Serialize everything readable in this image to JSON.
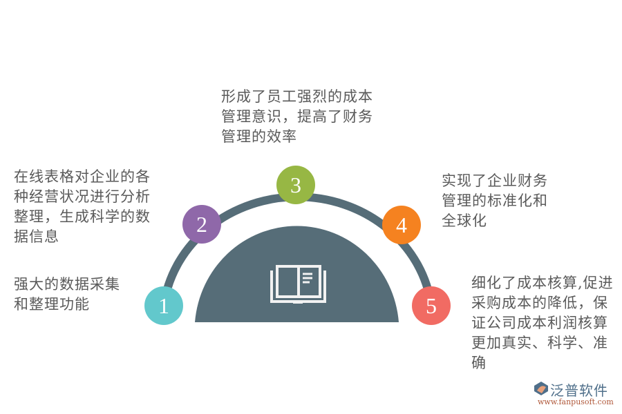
{
  "diagram": {
    "center_icon": "open-book-icon",
    "colors": {
      "arc": "#566d78",
      "dome": "#566d78",
      "text": "#5a5a5a"
    },
    "steps": [
      {
        "number": "1",
        "color": "#62c8cc",
        "text": "强大的数据采集\n和整理功能"
      },
      {
        "number": "2",
        "color": "#8f68a9",
        "text": "在线表格对企业的各\n种经营状况进行分析\n整理，生成科学的数\n据信息"
      },
      {
        "number": "3",
        "color": "#97b744",
        "text": "形成了员工强烈的成本\n管理意识，提高了财务\n管理的效率"
      },
      {
        "number": "4",
        "color": "#f58220",
        "text": "实现了企业财务\n管理的标准化和\n全球化"
      },
      {
        "number": "5",
        "color": "#f16b63",
        "text": "细化了成本核算,促进\n采购成本的降低，保\n证公司成本利润核算\n更加真实、科学、准\n确"
      }
    ]
  },
  "watermark": {
    "name": "泛普软件",
    "url": "www.fanpusoft.com"
  }
}
